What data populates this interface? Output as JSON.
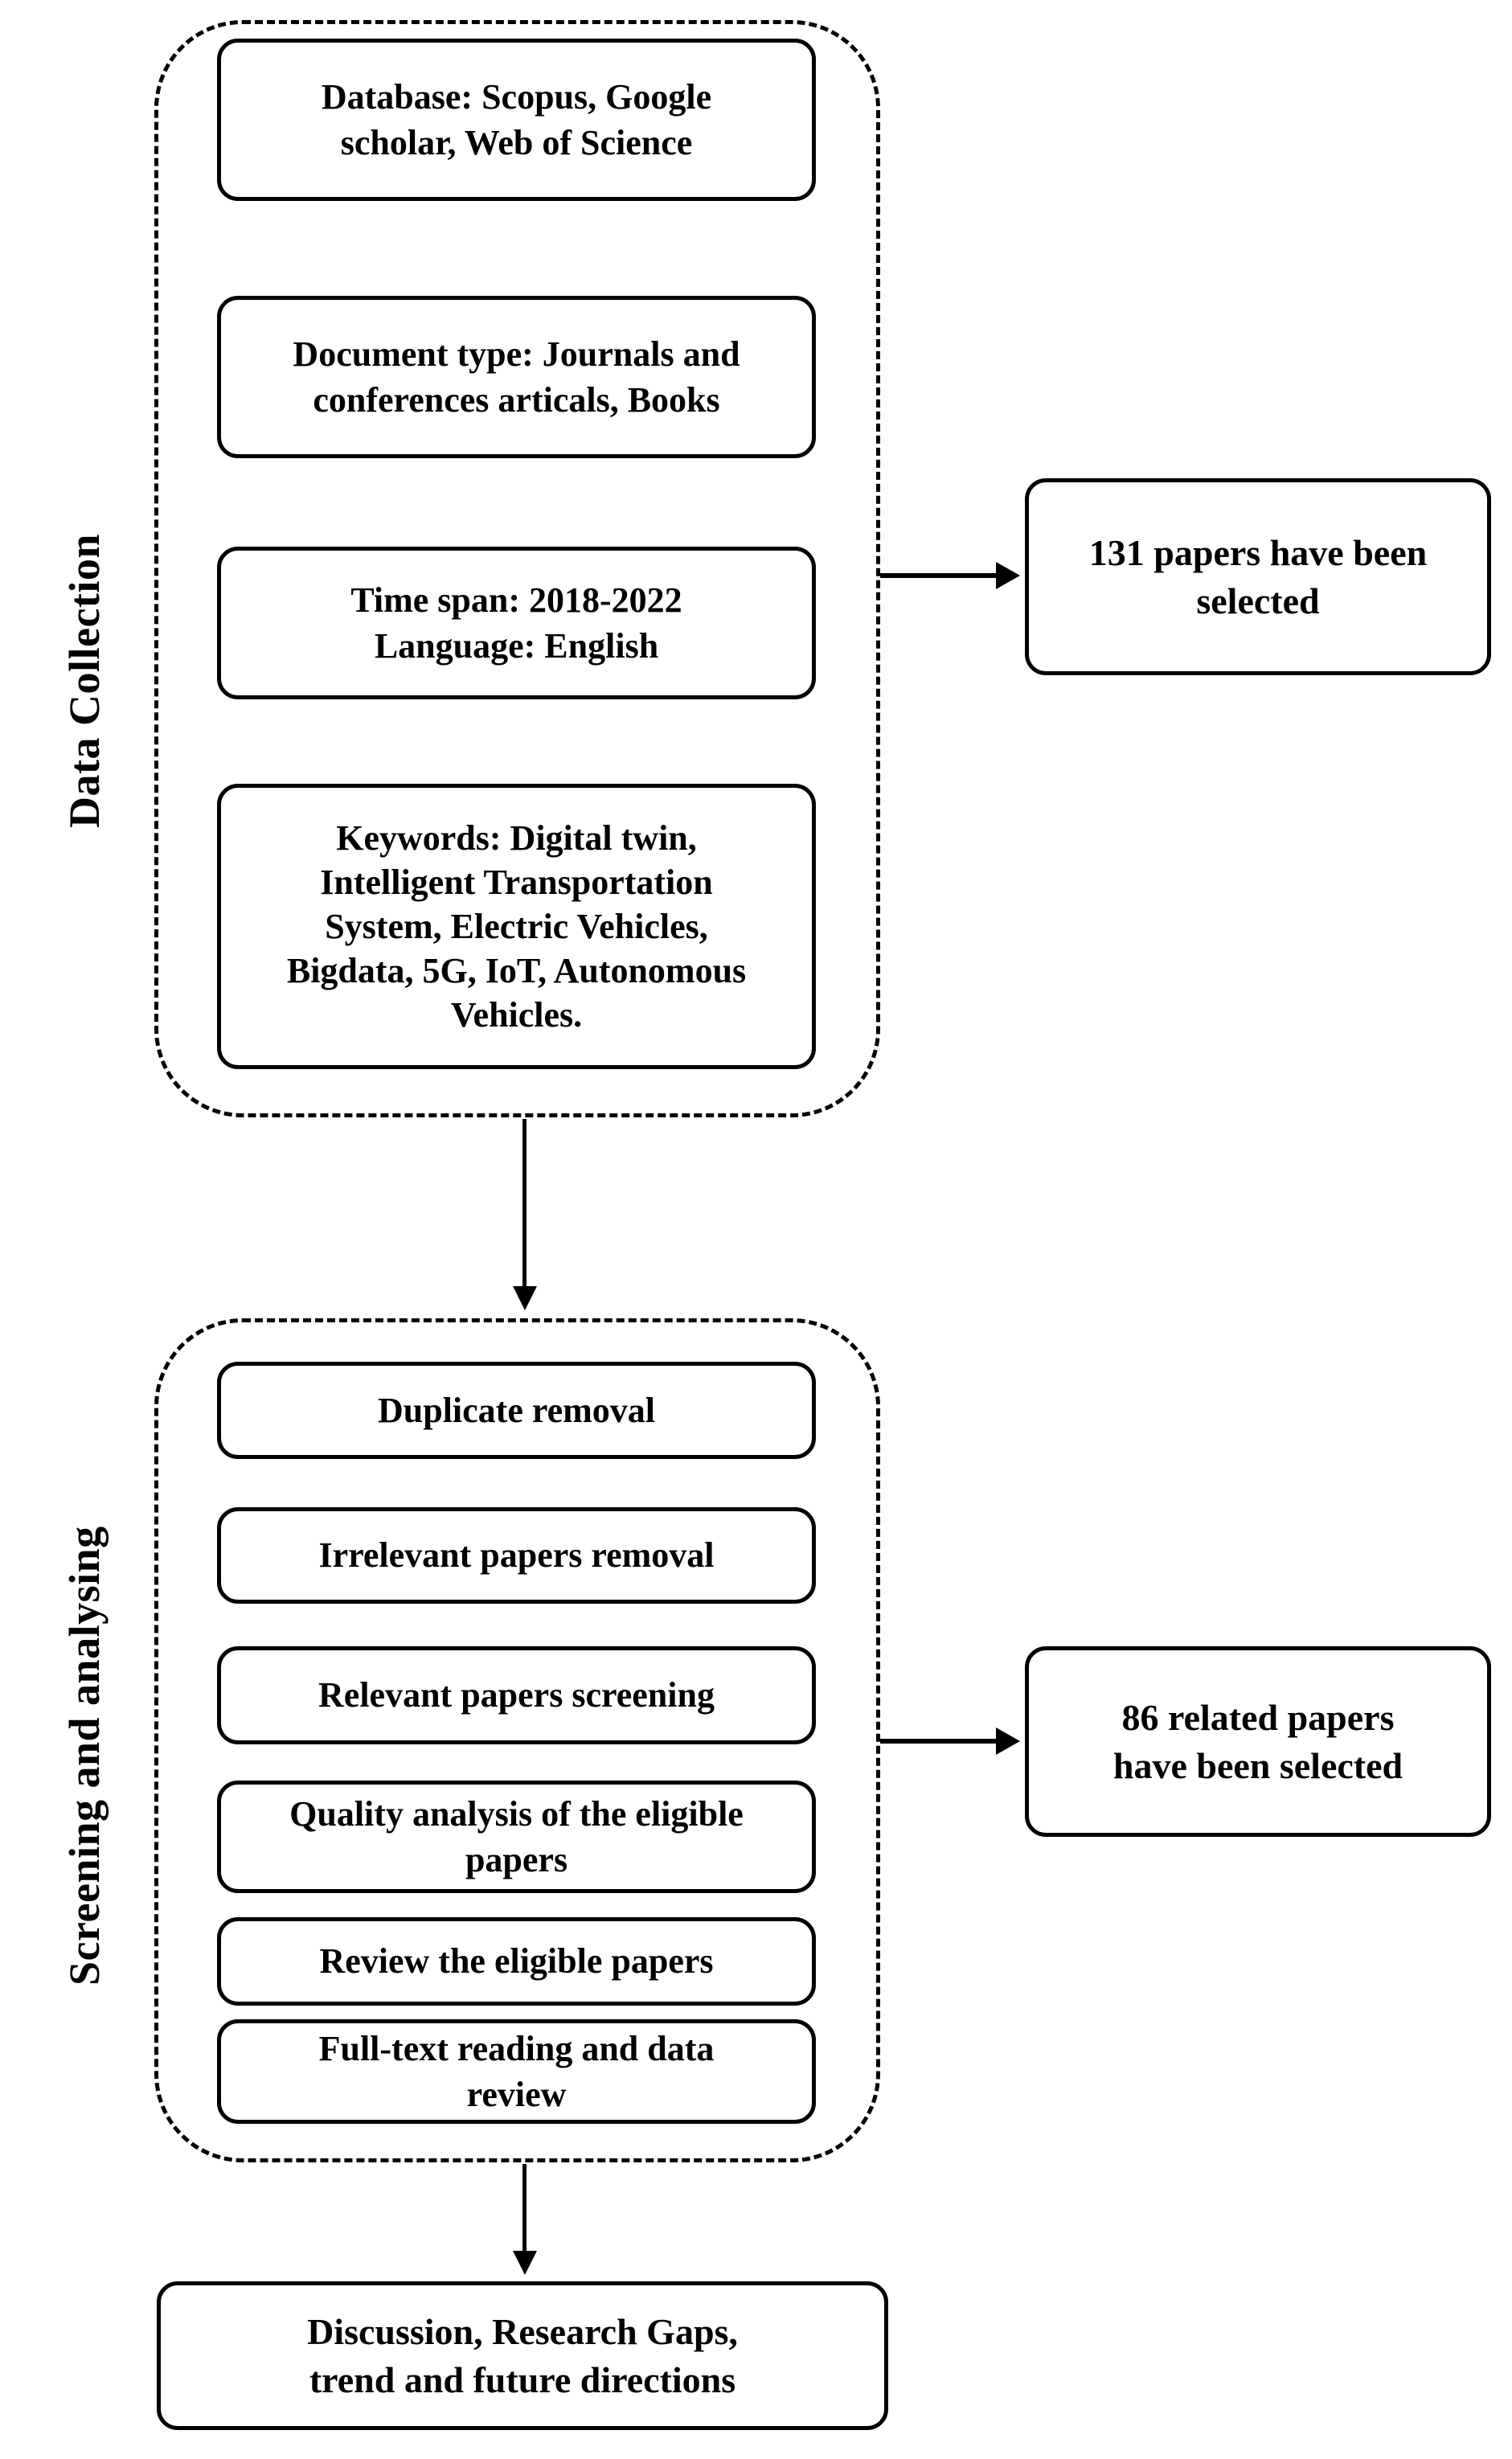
{
  "figure": {
    "type": "flowchart",
    "phases": [
      {
        "id": "data-collection",
        "label": "Data Collection",
        "steps": [
          {
            "id": "database",
            "text": "Database: Scopus, Google\nscholar, Web of Science"
          },
          {
            "id": "document-type",
            "text": "Document type: Journals and\nconferences articals, Books"
          },
          {
            "id": "time-span",
            "text": "Time span: 2018-2022\nLanguage: English"
          },
          {
            "id": "keywords",
            "text": "Keywords: Digital twin,\nIntelligent Transportation\nSystem, Electric Vehicles,\nBigdata, 5G, IoT, Autonomous\nVehicles."
          }
        ],
        "outcome": {
          "id": "papers-selected-131",
          "text": "131 papers have been\nselected"
        }
      },
      {
        "id": "screening-and-analysing",
        "label": "Screening and analysing",
        "steps": [
          {
            "id": "duplicate-removal",
            "text": "Duplicate removal"
          },
          {
            "id": "irrelevant-papers-removal",
            "text": "Irrelevant papers removal"
          },
          {
            "id": "relevant-papers-screening",
            "text": "Relevant papers screening"
          },
          {
            "id": "quality-analysis",
            "text": "Quality analysis of the eligible\npapers"
          },
          {
            "id": "review-eligible-papers",
            "text": "Review the eligible papers"
          },
          {
            "id": "full-text-reading",
            "text": "Full-text reading and data\nreview"
          }
        ],
        "outcome": {
          "id": "papers-selected-86",
          "text": "86 related papers\nhave been selected"
        }
      }
    ],
    "final_step": {
      "id": "discussion",
      "text": "Discussion, Research Gaps,\ntrend and future directions"
    },
    "colors": {
      "stroke": "#000000",
      "background": "#ffffff",
      "text": "#000000"
    }
  }
}
